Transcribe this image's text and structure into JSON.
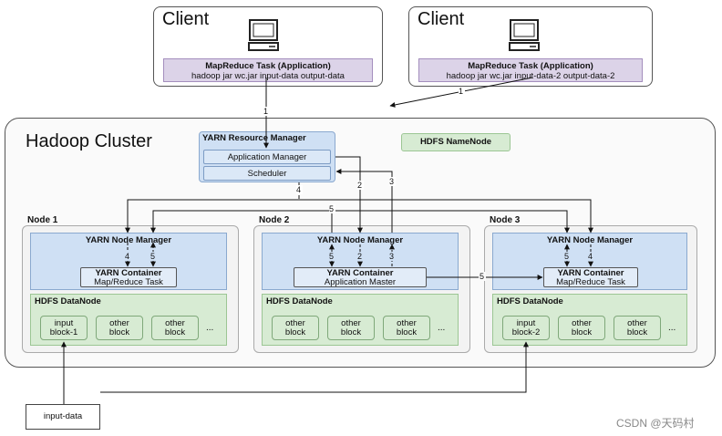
{
  "clients": [
    {
      "title": "Client",
      "task_title": "MapReduce Task (Application)",
      "task_command": "hadoop jar wc.jar input-data output-data"
    },
    {
      "title": "Client",
      "task_title": "MapReduce Task (Application)",
      "task_command": "hadoop jar wc.jar input-data-2 output-data-2"
    }
  ],
  "icons": {
    "client": "computer-monitor-icon"
  },
  "cluster": {
    "title": "Hadoop Cluster",
    "resource_manager": {
      "title": "YARN Resource Manager",
      "app_manager": "Application Manager",
      "scheduler": "Scheduler"
    },
    "namenode": "HDFS NameNode"
  },
  "nodes": [
    {
      "label": "Node 1",
      "nm_title": "YARN Node Manager",
      "container_title": "YARN Container",
      "container_sub": "Map/Reduce Task",
      "dn_title": "HDFS DataNode",
      "blocks": [
        [
          "input",
          "block-1"
        ],
        [
          "other",
          "block"
        ],
        [
          "other",
          "block"
        ]
      ],
      "more": "..."
    },
    {
      "label": "Node 2",
      "nm_title": "YARN Node Manager",
      "container_title": "YARN Container",
      "container_sub": "Application Master",
      "dn_title": "HDFS DataNode",
      "blocks": [
        [
          "other",
          "block"
        ],
        [
          "other",
          "block"
        ],
        [
          "other",
          "block"
        ]
      ],
      "more": "..."
    },
    {
      "label": "Node 3",
      "nm_title": "YARN Node Manager",
      "container_title": "YARN Container",
      "container_sub": "Map/Reduce Task",
      "dn_title": "HDFS DataNode",
      "blocks": [
        [
          "input",
          "block-2"
        ],
        [
          "other",
          "block"
        ],
        [
          "other",
          "block"
        ]
      ],
      "more": "..."
    }
  ],
  "arrow_labels": {
    "client2_to_cluster": "1",
    "client1_to_rm": "1",
    "am_to_node2": "2",
    "node2_to_scheduler": "3",
    "scheduler_to_nodes": "4",
    "node2_to_nodes": "5",
    "node1_up": "4",
    "node1_down": "5",
    "node2_a": "5",
    "node2_b": "2",
    "node2_c": "3",
    "node3_a": "5",
    "node3_b": "4",
    "am_to_node3": "5"
  },
  "input_data": "input-data",
  "watermark": "CSDN @天码村",
  "colors": {
    "task_purple": "#dcd3e8",
    "yarn_blue": "#cfe0f4",
    "hdfs_green": "#d7ebd3"
  }
}
